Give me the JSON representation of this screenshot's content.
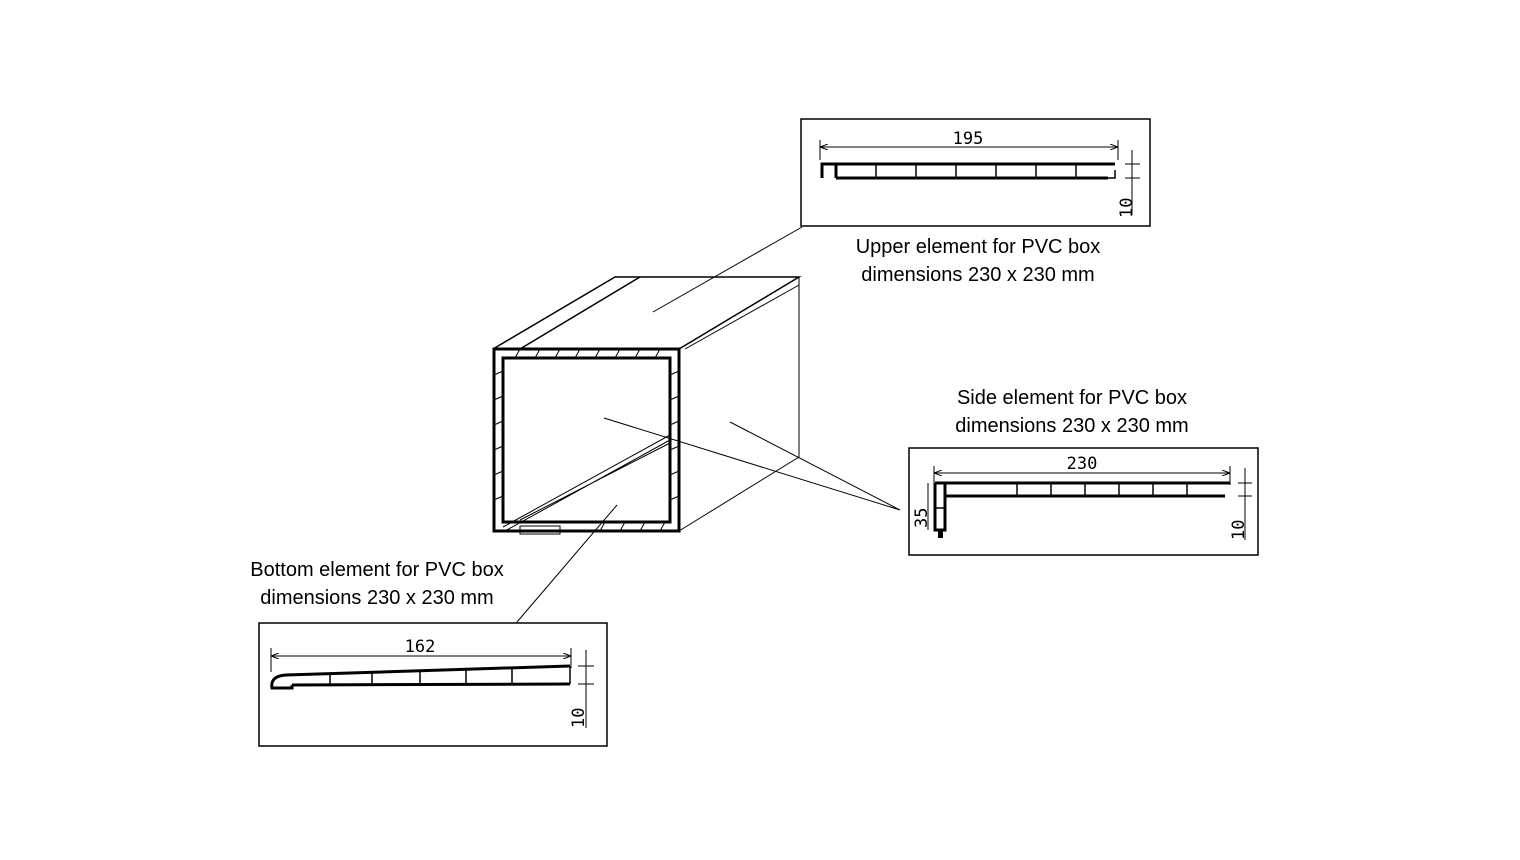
{
  "upper": {
    "caption_line1": "Upper element for PVC box",
    "caption_line2": "dimensions 230 x 230 mm",
    "width_dim": "195",
    "height_dim": "10"
  },
  "side": {
    "caption_line1": "Side element for PVC box",
    "caption_line2": "dimensions 230 x 230 mm",
    "width_dim": "230",
    "height_dim": "10",
    "flange_dim": "35"
  },
  "bottom": {
    "caption_line1": "Bottom element for PVC box",
    "caption_line2": "dimensions 230 x 230 mm",
    "width_dim": "162",
    "height_dim": "10"
  }
}
